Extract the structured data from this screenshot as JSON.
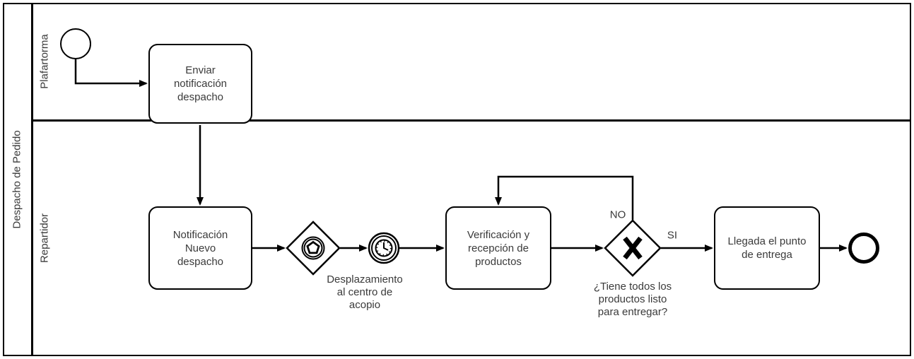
{
  "diagram": {
    "pool": {
      "label": "Despacho de Pedido"
    },
    "lanes": {
      "platform": {
        "label": "Plafartorma"
      },
      "courier": {
        "label": "Repartidor"
      }
    },
    "tasks": {
      "send_notification": "Enviar\nnotificación\ndespacho",
      "new_dispatch": "Notificación\nNuevo\ndespacho",
      "verification": "Verificación y\nrecepción de\nproductos",
      "arrival": "Llegada el punto\nde entrega"
    },
    "events": {
      "timer_label": "Desplazamiento\nal centro de\nacopio"
    },
    "gateways": {
      "exclusive_question": "¿Tiene todos los\nproductos listo\npara entregar?",
      "no_label": "NO",
      "yes_label": "SI"
    }
  }
}
